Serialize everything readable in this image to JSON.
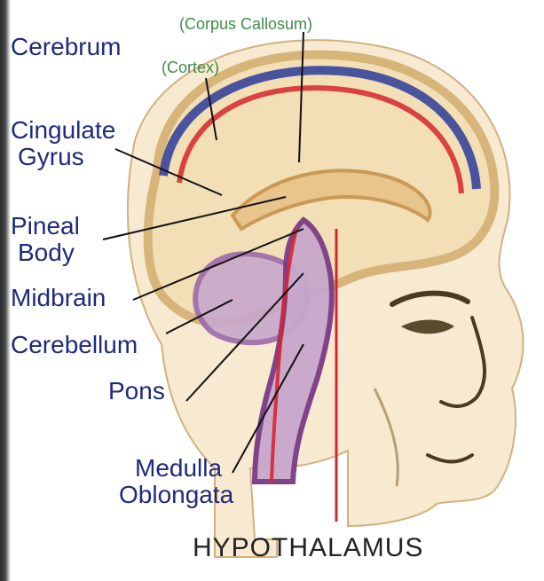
{
  "diagram": {
    "labels": {
      "corpus_callosum": "(Corpus Callosum)",
      "cortex": "(Cortex)",
      "cerebrum": "Cerebrum",
      "cingulate_gyrus_1": "Cingulate",
      "cingulate_gyrus_2": "Gyrus",
      "pineal_body_1": "Pineal",
      "pineal_body_2": "Body",
      "midbrain": "Midbrain",
      "cerebellum": "Cerebellum",
      "pons": "Pons",
      "medulla_1": "Medulla",
      "medulla_2": "Oblongata",
      "hypothalamus": "HYPOTHALAMUS"
    },
    "colors": {
      "label_blue": "#1f2a7a",
      "label_green": "#3f8a4a",
      "brain_cream": "#f2dfb6",
      "brain_tan": "#d7b57a",
      "vessel_red": "#d7262b",
      "vessel_blue": "#2d3b9a",
      "inner_mauve": "#c7a7cc"
    }
  }
}
